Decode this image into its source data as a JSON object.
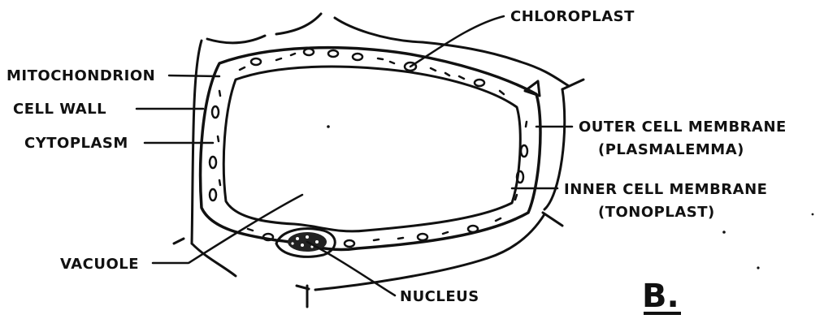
{
  "diagram": {
    "figure_label": "B.",
    "labels": {
      "chloroplast": "CHLOROPLAST",
      "mitochondrion": "MITOCHONDRION",
      "cell_wall": "CELL WALL",
      "cytoplasm": "CYTOPLASM",
      "outer_membrane_line1": "OUTER CELL MEMBRANE",
      "outer_membrane_line2": "(PLASMALEMMA)",
      "inner_membrane_line1": "INNER CELL MEMBRANE",
      "inner_membrane_line2": "(TONOPLAST)",
      "vacuole": "VACUOLE",
      "nucleus": "NUCLEUS"
    }
  }
}
